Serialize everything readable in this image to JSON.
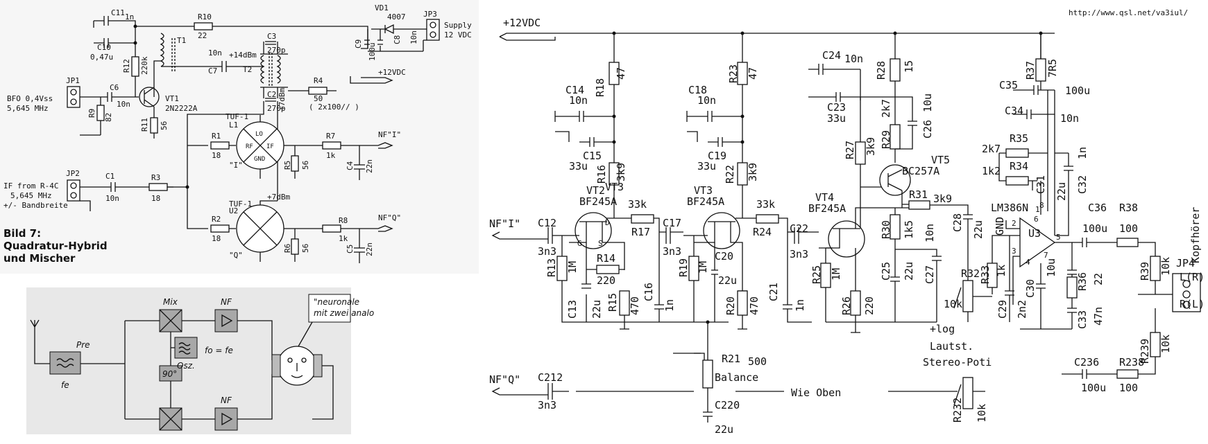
{
  "url": "http://www.qsl.net/va3iul/",
  "caption": {
    "line1": "Bild 7:",
    "line2": "Quadratur-Hybrid",
    "line3": "und Mischer"
  },
  "left": {
    "vd1": "VD1",
    "d4007": "4007",
    "jp3": "JP3",
    "supply": "Supply",
    "v12": "12 VDC",
    "c11": "C11",
    "c11v": "1n",
    "r10": "R10",
    "r10v": "22",
    "c10": "C10",
    "c10v": "0,47u",
    "r12": "R12",
    "r12v": "220k",
    "t1": "T1",
    "c7": "C7",
    "c7v": "10n",
    "p14": "+14dBm",
    "c3": "C3",
    "c3v": "270p",
    "t2": "T2",
    "c2": "C2",
    "c2v": "270p",
    "r4": "R4",
    "r4v": "50",
    "r4n": "( 2x100// )",
    "c9": "C9",
    "c9v": "100u",
    "c8": "C8",
    "c8v": "10n",
    "pwr": "+12VDC",
    "jp1": "JP1",
    "bfo1": "BFO 0,4Vss",
    "bfo2": "5,645 MHz",
    "c6": "C6",
    "c6v": "10n",
    "vt1": "VT1",
    "vt1t": "2N2222A",
    "r9": "R9",
    "r9v": "82",
    "r11": "R11",
    "r11v": "56",
    "p7a": "+7dBm",
    "tuf1": "TUF-1",
    "l1": "L1",
    "qi": "\"I\"",
    "r1": "R1",
    "r1v": "18",
    "r7": "R7",
    "r7v": "1k",
    "nfi": "NF\"I\"",
    "r5": "R5",
    "r5v": "56",
    "c4": "C4",
    "c4v": "22n",
    "jp2": "JP2",
    "if1": "IF from R-4C",
    "if2": "5,645 MHz",
    "if3": "+/- Bandbreite",
    "c1": "C1",
    "c1v": "10n",
    "r3": "R3",
    "r3v": "18",
    "p7b": "+7dBm",
    "tuf2": "TUF-1",
    "u2": "U2",
    "qq": "\"Q\"",
    "r2": "R2",
    "r2v": "18",
    "r8": "R8",
    "r8v": "1k",
    "nfq": "NF\"Q\"",
    "r6": "R6",
    "r6v": "56",
    "c5": "C5",
    "c5v": "22n",
    "m_lo": "LO",
    "m_rf": "RF",
    "m_if": "IF",
    "m_gnd": "GND"
  },
  "block": {
    "pre": "Pre",
    "fe": "fe",
    "mix": "Mix",
    "nf1": "NF",
    "nf2": "NF",
    "osz": "Osz.",
    "eq": "fo = fe",
    "p90": "90°",
    "neuro1": "\"neuronale",
    "neuro2": "mit zwei analo"
  },
  "right": {
    "v12": "+12VDC",
    "nfi": "NF\"I\"",
    "nfq": "NF\"Q\"",
    "r18": "R18",
    "r18v": "47",
    "c14": "C14",
    "c14v": "10n",
    "c15": "C15",
    "c15v": "33u",
    "r16": "R16",
    "r16v": "3k9",
    "vt2": "VT2",
    "vt2t": "BF245A",
    "c12": "C12",
    "c12v": "3n3",
    "r17": "R17",
    "r17v": "33k",
    "r13": "R13",
    "r13v": "1M",
    "r14": "R14",
    "r14v": "220",
    "c13": "C13",
    "c13v": "22u",
    "r15": "R15",
    "r15v": "470",
    "c16": "C16",
    "c16v": "1n",
    "r23": "R23",
    "r23v": "47",
    "c18": "C18",
    "c18v": "10n",
    "c19": "C19",
    "c19v": "33u",
    "r22": "R22",
    "r22v": "3k9",
    "vt3": "VT3",
    "vt3t": "BF245A",
    "c17": "C17",
    "c17v": "3n3",
    "r24": "R24",
    "r24v": "33k",
    "r19": "R19",
    "r19v": "1M",
    "c20": "C20",
    "c20v": "22u",
    "r20": "R20",
    "r20v": "470",
    "c21": "C21",
    "c21v": "1n",
    "r21": "R21",
    "r21v": "500",
    "bal": "Balance",
    "c220": "C220",
    "c220v": "22u",
    "c24": "C24",
    "c24v": "10n",
    "c23": "C23",
    "c23v": "33u",
    "r28": "R28",
    "r28v": "15",
    "r29": "R29",
    "r29v": "2k7",
    "c26": "C26",
    "c26v": "10u",
    "r27": "R27",
    "r27v": "3k9",
    "vt5": "VT5",
    "vt5t": "BC257A",
    "vt4": "VT4",
    "vt4t": "BF245A",
    "c22": "C22",
    "c22v": "3n3",
    "r31": "R31",
    "r31v": "3k9",
    "r30": "R30",
    "r30v": "1k5",
    "r25": "R25",
    "r25v": "1M",
    "r26": "R26",
    "r26v": "220",
    "c25": "C25",
    "c25v": "22u",
    "c27": "C27",
    "c27v": "10n",
    "c28": "C28",
    "c28v": "22u",
    "r32": "R32",
    "r32v": "10k",
    "r33": "R33",
    "r33v": "1k",
    "gnd": "GND",
    "c29": "C29",
    "c29v": "2n2",
    "r35": "R35",
    "r35v": "2k7",
    "r34": "R34",
    "r34v": "1k2",
    "c31": "C31",
    "c31v": "22u",
    "c32": "C32",
    "c32v": "1n",
    "r37": "R37",
    "r37v": "7R5",
    "c35": "C35",
    "c35v": "100u",
    "c34": "C34",
    "c34v": "10n",
    "lm": "LM386N",
    "u3": "U3",
    "c30": "C30",
    "c30v": "10u",
    "c36": "C36",
    "c36v": "100u",
    "r38": "R38",
    "r38v": "100",
    "r36": "R36",
    "r36v": "22",
    "c33": "C33",
    "c33v": "47n",
    "r39": "R39",
    "r39v": "10k",
    "r239": "R239",
    "r239v": "10k",
    "jp4": "JP4",
    "lr": "L(R)",
    "rl": "R(L)",
    "kopf": "Kopfhörer",
    "log": "+log",
    "laut": "Lautst.",
    "stereo": "Stereo-Poti",
    "c212": "C212",
    "c212v": "3n3",
    "wie": "Wie Oben",
    "r232": "R232",
    "r232v": "10k",
    "c236": "C236",
    "c236v": "100u",
    "r238": "R238",
    "r238v": "100",
    "p1": "1",
    "p2": "2",
    "p3": "3",
    "p4": "4",
    "p5": "5",
    "p6": "6",
    "p7": "7",
    "p8": "8",
    "g": "G",
    "d": "D",
    "s": "S"
  }
}
